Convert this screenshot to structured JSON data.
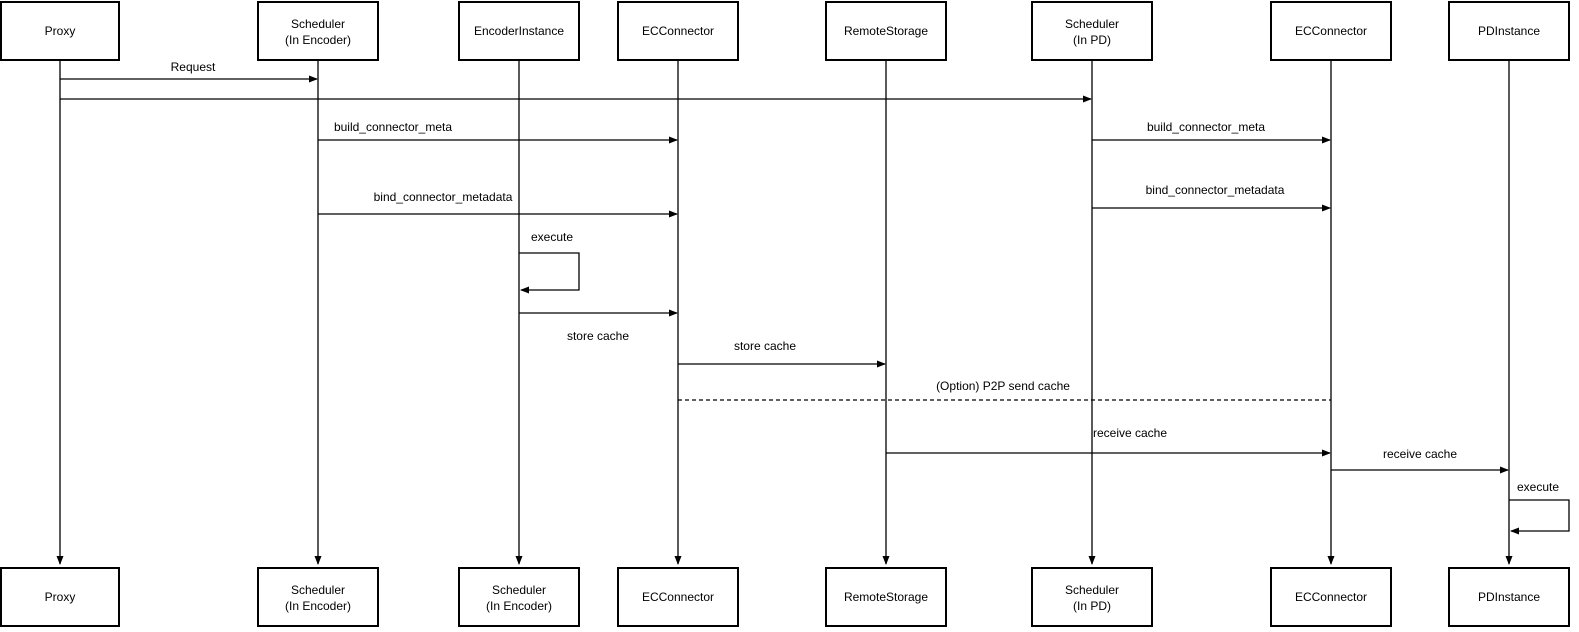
{
  "diagram": {
    "type": "sequence-diagram",
    "background_color": "#ffffff",
    "line_color": "#000000",
    "text_color": "#000000",
    "actors_top": [
      {
        "id": "proxy",
        "line1": "Proxy",
        "line2": ""
      },
      {
        "id": "scheduler-encoder",
        "line1": "Scheduler",
        "line2": "(In Encoder)"
      },
      {
        "id": "encoder-instance",
        "line1": "EncoderInstance",
        "line2": ""
      },
      {
        "id": "ec-connector",
        "line1": "ECConnector",
        "line2": ""
      },
      {
        "id": "remote-storage",
        "line1": "RemoteStorage",
        "line2": ""
      },
      {
        "id": "scheduler-pd",
        "line1": "Scheduler",
        "line2": "(In PD)"
      },
      {
        "id": "ec-connector-pd",
        "line1": "ECConnector",
        "line2": ""
      },
      {
        "id": "pd-instance",
        "line1": "PDInstance",
        "line2": ""
      }
    ],
    "actors_bottom": [
      {
        "id": "proxy",
        "line1": "Proxy",
        "line2": ""
      },
      {
        "id": "scheduler-encoder",
        "line1": "Scheduler",
        "line2": "(In Encoder)"
      },
      {
        "id": "scheduler-encoder-2",
        "line1": "Scheduler",
        "line2": "(In Encoder)"
      },
      {
        "id": "ec-connector",
        "line1": "ECConnector",
        "line2": ""
      },
      {
        "id": "remote-storage",
        "line1": "RemoteStorage",
        "line2": ""
      },
      {
        "id": "scheduler-pd",
        "line1": "Scheduler",
        "line2": "(In PD)"
      },
      {
        "id": "ec-connector-pd",
        "line1": "ECConnector",
        "line2": ""
      },
      {
        "id": "pd-instance",
        "line1": "PDInstance",
        "line2": ""
      }
    ],
    "messages": [
      {
        "label": "Request",
        "from": "Proxy",
        "to": "Scheduler (In Encoder)",
        "type": "solid-arrow"
      },
      {
        "label": "",
        "from": "Proxy",
        "to": "Scheduler (In PD)",
        "type": "solid-arrow"
      },
      {
        "label": "build_connector_meta",
        "from": "Scheduler (In Encoder)",
        "to": "ECConnector",
        "type": "solid-arrow"
      },
      {
        "label": "build_connector_meta",
        "from": "Scheduler (In PD)",
        "to": "ECConnector",
        "type": "solid-arrow"
      },
      {
        "label": "bind_connector_metadata",
        "from": "Scheduler (In Encoder)",
        "to": "ECConnector",
        "type": "solid-arrow"
      },
      {
        "label": "bind_connector_metadata",
        "from": "Scheduler (In PD)",
        "to": "ECConnector",
        "type": "solid-arrow"
      },
      {
        "label": "execute",
        "from": "EncoderInstance",
        "to": "EncoderInstance",
        "type": "self-loop"
      },
      {
        "label": "store cache",
        "from": "EncoderInstance",
        "to": "ECConnector",
        "type": "solid-arrow"
      },
      {
        "label": "store cache",
        "from": "ECConnector",
        "to": "RemoteStorage",
        "type": "solid-arrow"
      },
      {
        "label": "(Option) P2P send cache",
        "from": "ECConnector",
        "to": "ECConnector (PD)",
        "type": "dashed-line"
      },
      {
        "label": "receive cache",
        "from": "RemoteStorage",
        "to": "ECConnector (PD)",
        "type": "solid-arrow"
      },
      {
        "label": "receive cache",
        "from": "ECConnector (PD)",
        "to": "PDInstance",
        "type": "solid-arrow"
      },
      {
        "label": "execute",
        "from": "PDInstance",
        "to": "PDInstance",
        "type": "self-loop"
      }
    ]
  }
}
